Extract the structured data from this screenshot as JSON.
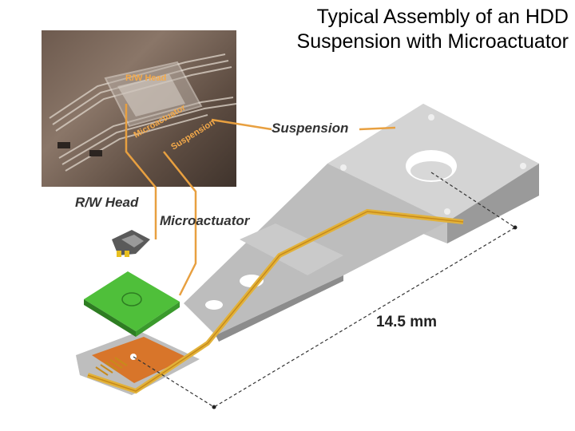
{
  "title": {
    "line1": "Typical Assembly of an HDD",
    "line2": "Suspension with Microactuator"
  },
  "labels": {
    "suspension": "Suspension",
    "rw_head": "R/W Head",
    "microactuator": "Microactuator",
    "dimension": "14.5 mm"
  },
  "photo_labels": {
    "rw_head": "R/W Head",
    "microactuator": "Microactuator",
    "suspension": "Suspension"
  },
  "colors": {
    "leader_line": "#e8a040",
    "flex_circuit": "#e2b23a",
    "copper_pad": "#d8752a",
    "steel": "#b8b8b8",
    "green_board": "#4fbf3a"
  }
}
